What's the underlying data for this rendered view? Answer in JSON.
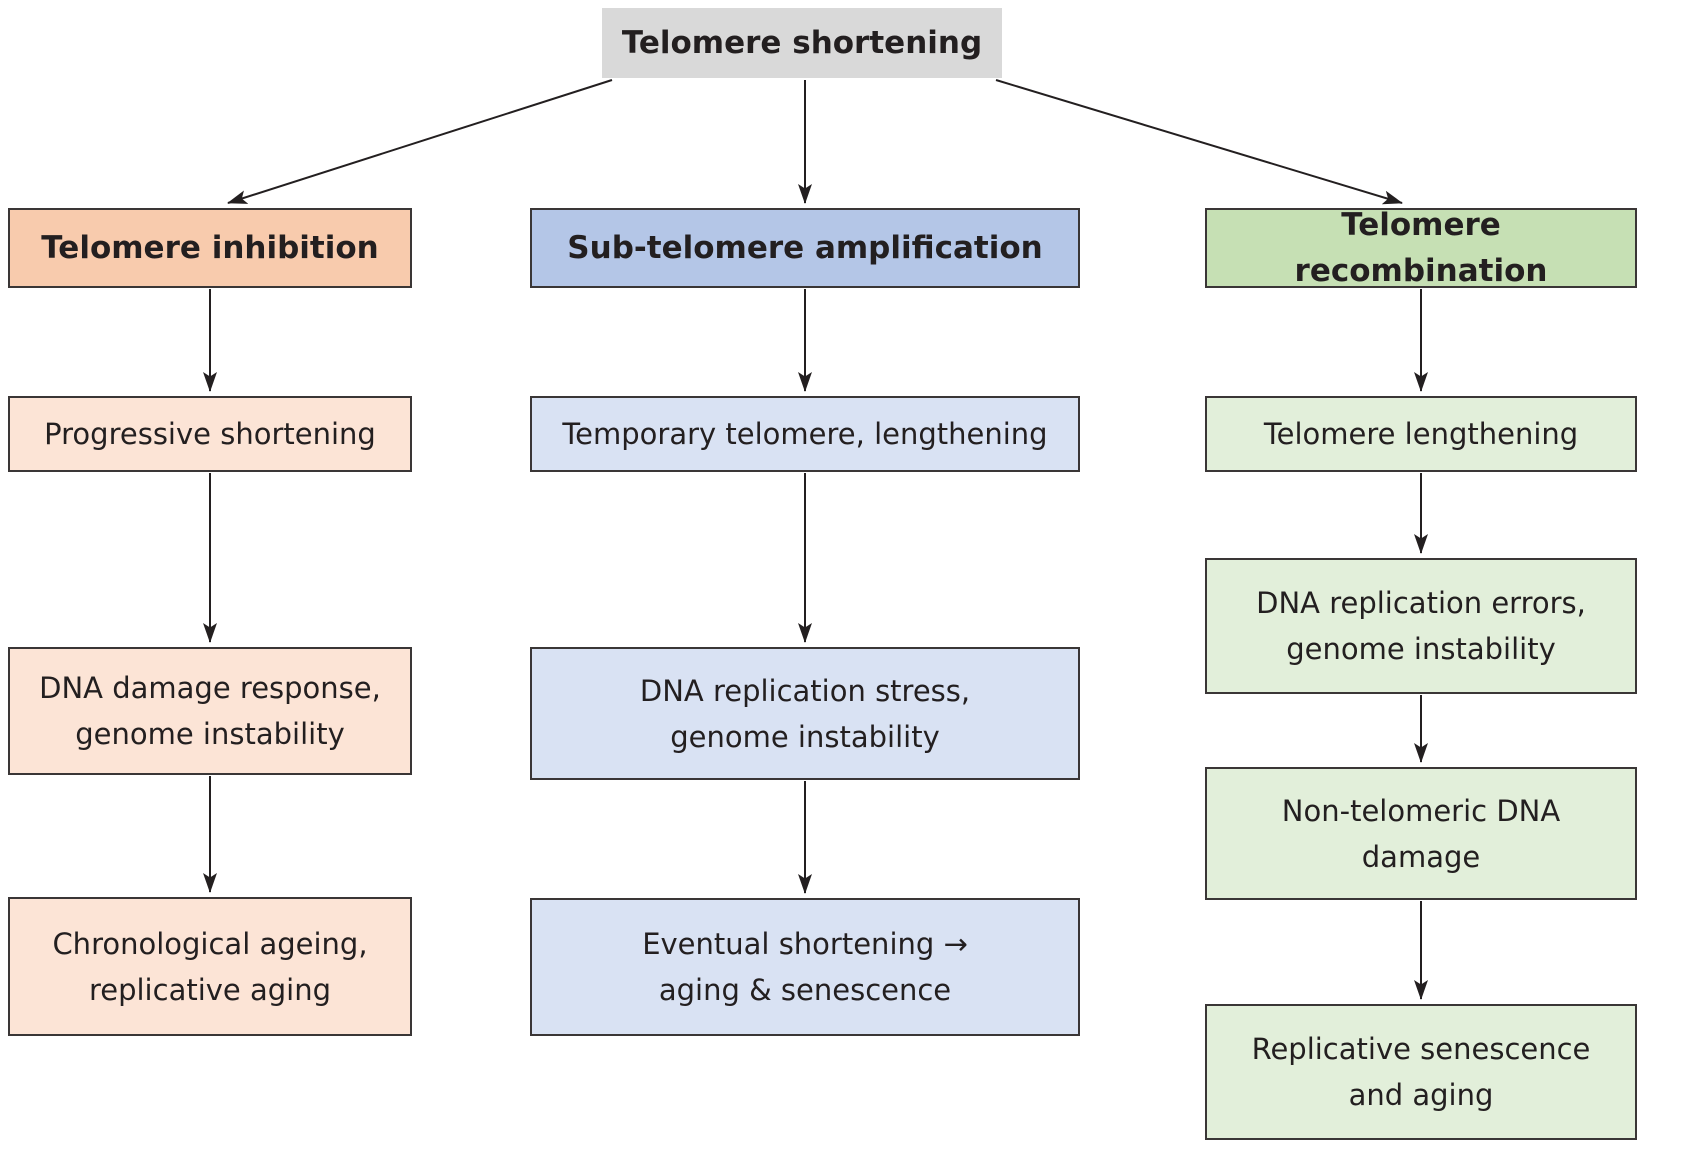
{
  "diagram": {
    "root": {
      "label": "Telomere shortening"
    },
    "columns": [
      {
        "header": "Telomere inhibition",
        "boxes": [
          "Progressive shortening",
          "DNA damage response,\ngenome instability",
          "Chronological ageing,\nreplicative aging"
        ]
      },
      {
        "header": "Sub-telomere amplification",
        "boxes": [
          "Temporary telomere, lengthening",
          "DNA replication stress,\ngenome instability",
          "Eventual shortening →\naging & senescence"
        ]
      },
      {
        "header": "Telomere recombination",
        "boxes": [
          "Telomere lengthening",
          "DNA replication errors,\ngenome instability",
          "Non-telomeric DNA\ndamage",
          "Replicative senescence\nand aging"
        ]
      }
    ],
    "colors": {
      "root_bg": "#d9d9d9",
      "border": "#3a3636",
      "text": "#231f20",
      "arrow": "#231f20",
      "orange_header": "#f8cbad",
      "orange_body": "#fce4d6",
      "blue_header": "#b4c6e7",
      "blue_body": "#d9e2f3",
      "green_header": "#c6e0b4",
      "green_body": "#e2efda"
    }
  }
}
